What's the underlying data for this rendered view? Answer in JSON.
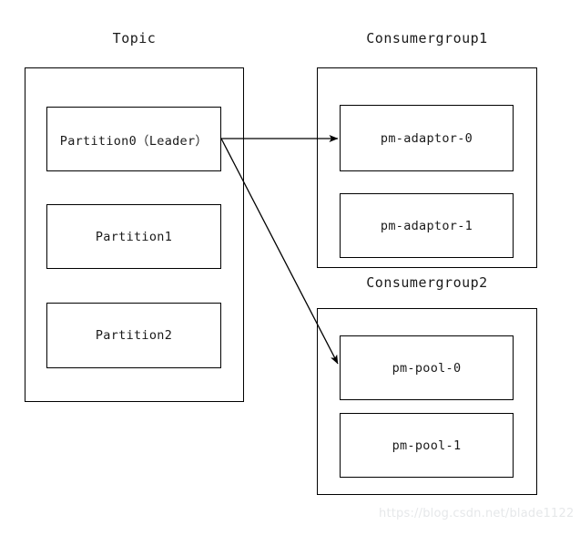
{
  "diagram": {
    "type": "kafka-topic-consumergroup-diagram",
    "background": "#ffffff",
    "stroke_color": "#000000",
    "text_color": "#1a1a1a"
  },
  "topic": {
    "title": "Topic",
    "partitions": [
      {
        "label": "Partition0（Leader）"
      },
      {
        "label": "Partition1"
      },
      {
        "label": "Partition2"
      }
    ]
  },
  "consumer_groups": [
    {
      "title": "Consumergroup1",
      "consumers": [
        {
          "label": "pm-adaptor-0"
        },
        {
          "label": "pm-adaptor-1"
        }
      ]
    },
    {
      "title": "Consumergroup2",
      "consumers": [
        {
          "label": "pm-pool-0"
        },
        {
          "label": "pm-pool-1"
        }
      ]
    }
  ],
  "connections": [
    {
      "from": "Partition0（Leader）",
      "to": "pm-adaptor-0",
      "style": "straight-arrow"
    },
    {
      "from": "Partition0（Leader）",
      "to": "pm-pool-0",
      "style": "diagonal-arrow"
    }
  ],
  "watermark": {
    "text": "https://blog.csdn.net/blade1122",
    "color": "#e6e8ea"
  }
}
